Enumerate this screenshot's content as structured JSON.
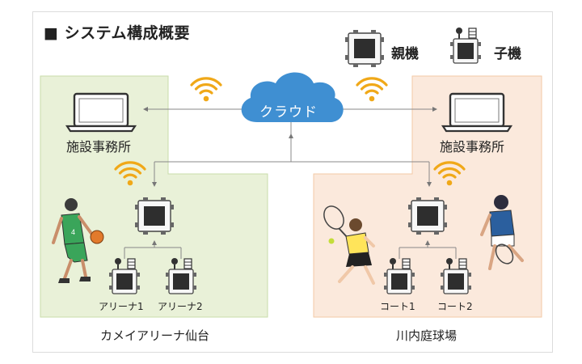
{
  "title": "■ システム構成概要",
  "legend": {
    "parent_label": "親機",
    "child_label": "子機"
  },
  "cloud": {
    "label": "クラウド"
  },
  "left_site": {
    "office_label": "施設事務所",
    "device1_label": "アリーナ1",
    "device2_label": "アリーナ2",
    "venue_name": "カメイアリーナ仙台",
    "fill_color": "#e9f1d8",
    "border_color": "#c9dcaa"
  },
  "right_site": {
    "office_label": "施設事務所",
    "device1_label": "コート1",
    "device2_label": "コート2",
    "venue_name": "川内庭球場",
    "fill_color": "#fbe9dc",
    "border_color": "#f3c9a6"
  },
  "colors": {
    "cloud": "#3f8fd2",
    "wifi": "#f0a818",
    "device_dark": "#333333",
    "line": "#888888"
  },
  "icons": [
    "laptop-icon",
    "cloud-icon",
    "wifi-icon",
    "parent-unit-icon",
    "child-unit-icon",
    "basketball-player-illustration",
    "tennis-player-illustration"
  ]
}
